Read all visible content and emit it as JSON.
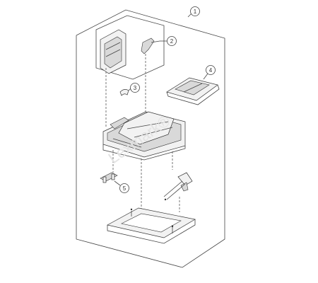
{
  "diagram": {
    "callouts": [
      {
        "id": "1",
        "label": "1"
      },
      {
        "id": "2",
        "label": "2"
      },
      {
        "id": "3",
        "label": "3"
      },
      {
        "id": "4",
        "label": "4"
      },
      {
        "id": "5",
        "label": "5"
      }
    ],
    "watermark": "Lexmark®"
  }
}
